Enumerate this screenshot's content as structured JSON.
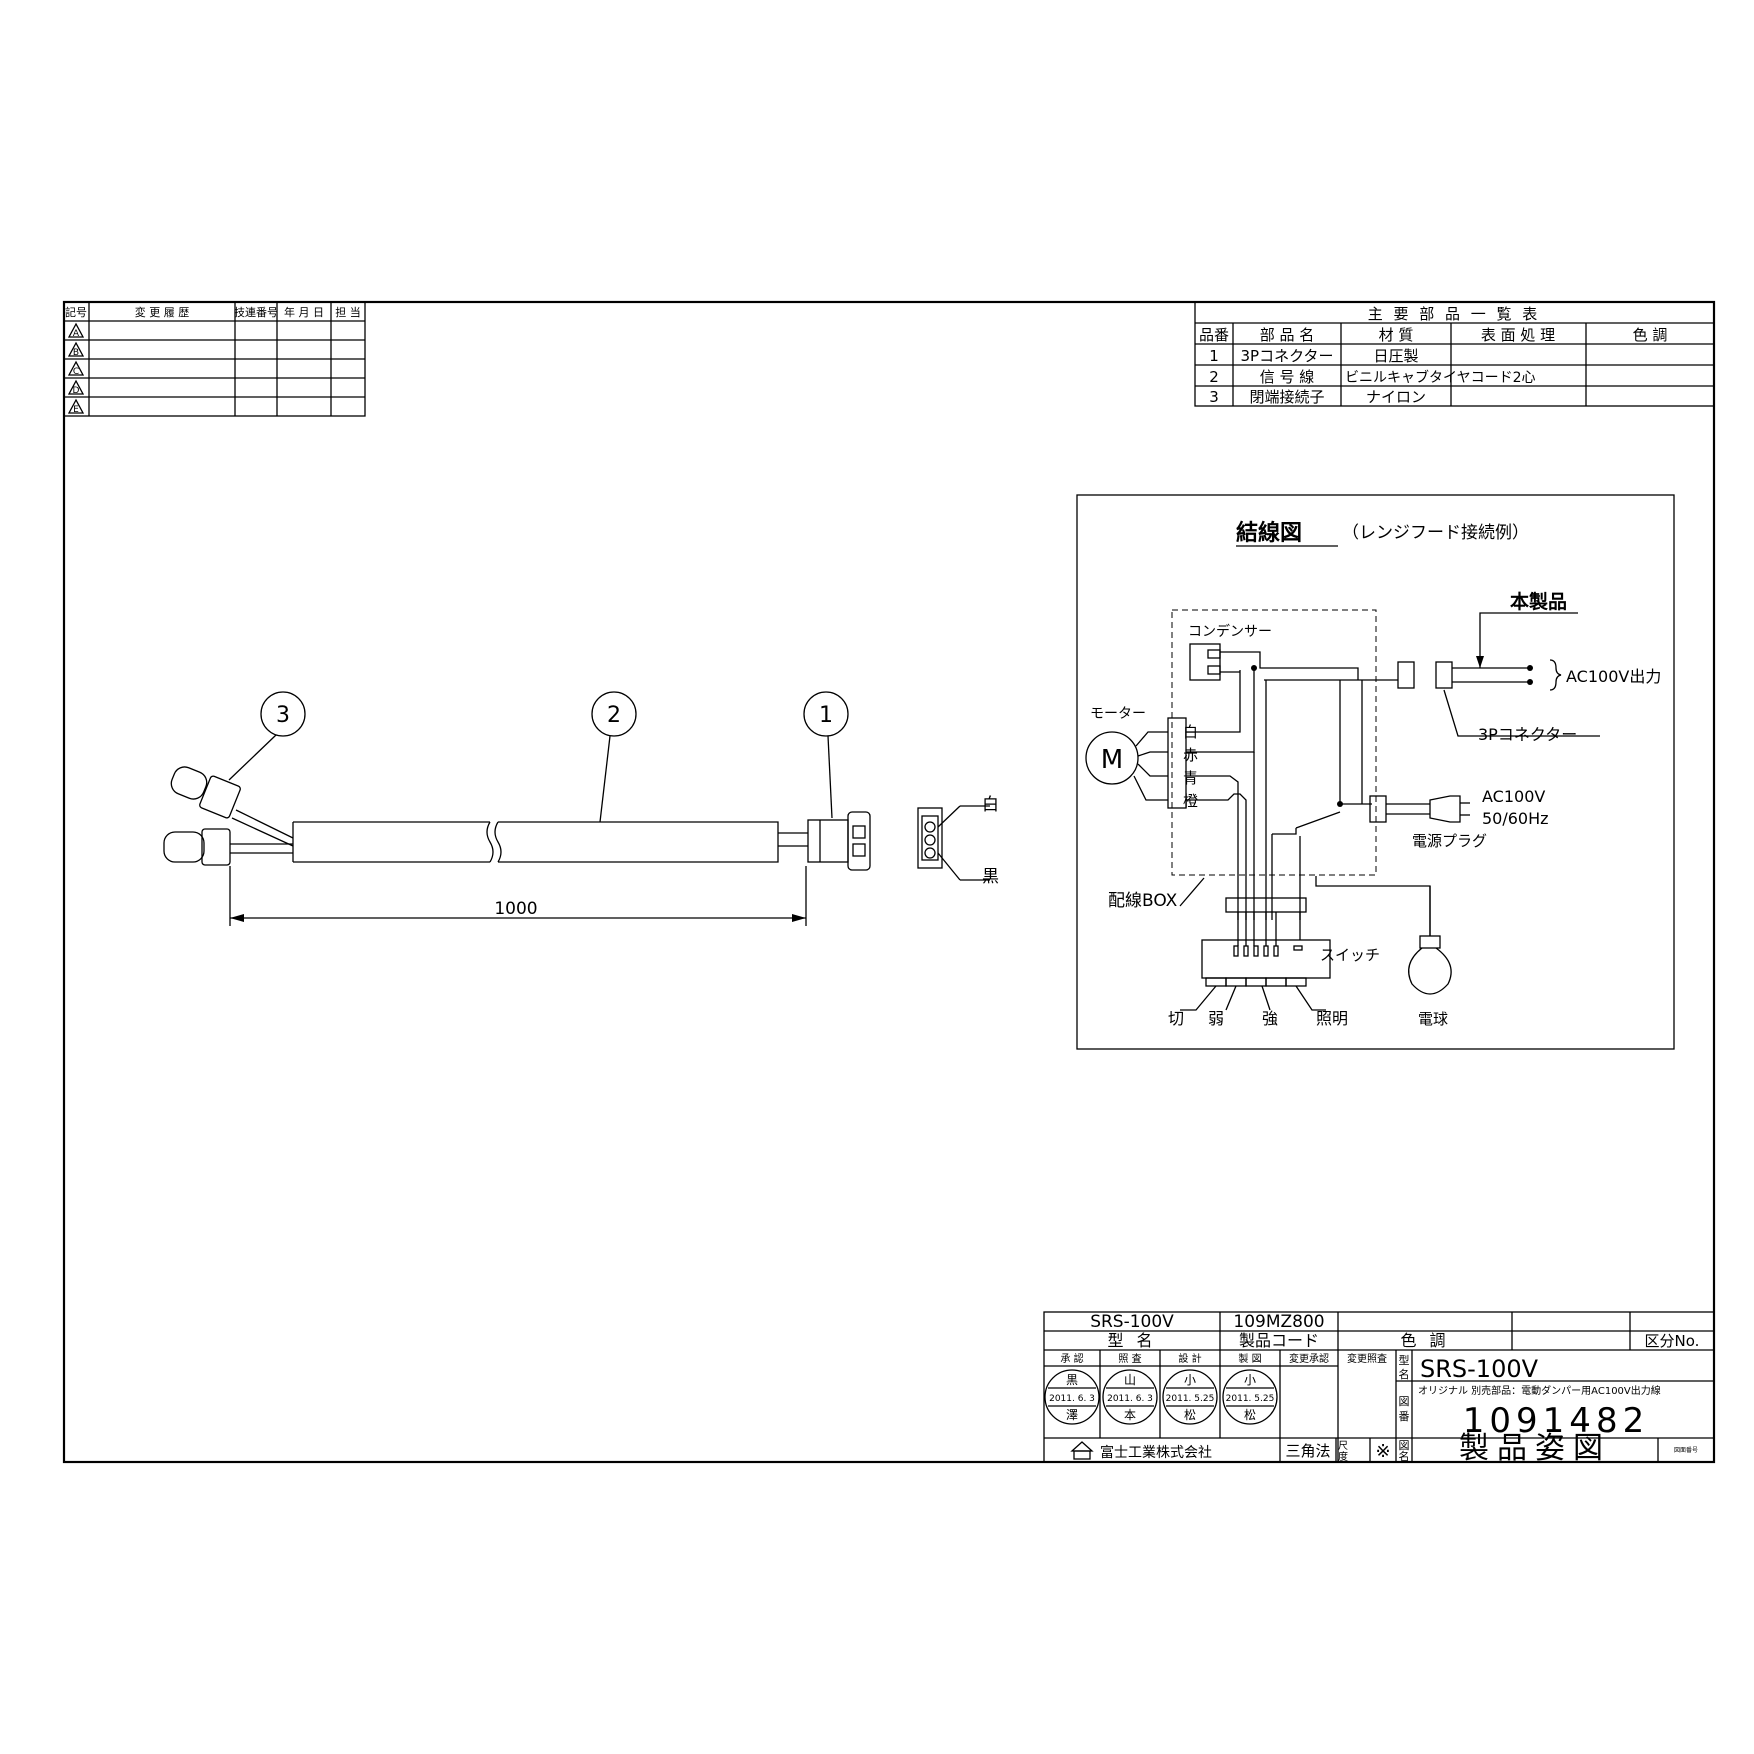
{
  "revision_table": {
    "headers": [
      "記号",
      "変 更 履 歴",
      "技連番号",
      "年 月 日",
      "担 当"
    ],
    "marks": [
      "A",
      "B",
      "C",
      "D",
      "E"
    ]
  },
  "parts_table": {
    "title": "主 要 部 品 一 覧 表",
    "headers": [
      "品番",
      "部 品 名",
      "材 質",
      "表 面 処 理",
      "色 調"
    ],
    "rows": [
      {
        "no": "1",
        "name": "3Pコネクター",
        "material": "日圧製",
        "finish": "",
        "color": ""
      },
      {
        "no": "2",
        "name": "信 号 線",
        "material": "ビニルキャブタイヤコード2心",
        "finish": "",
        "color": ""
      },
      {
        "no": "3",
        "name": "閉端接続子",
        "material": "ナイロン",
        "finish": "",
        "color": ""
      }
    ]
  },
  "product_drawing": {
    "balloons": [
      "1",
      "2",
      "3"
    ],
    "dimension": "1000",
    "wire_white": "白",
    "wire_black": "黒"
  },
  "wiring_diagram": {
    "title": "結線図",
    "subtitle": "（レンジフード接続例）",
    "product_label": "本製品",
    "capacitor": "コンデンサー",
    "motor": "モーター",
    "motor_symbol": "M",
    "wires": [
      "白",
      "赤",
      "青",
      "橙"
    ],
    "ac_output": "AC100V出力",
    "connector": "3Pコネクター",
    "ac_input": "AC100V",
    "frequency": "50/60Hz",
    "plug": "電源プラグ",
    "box": "配線BOX",
    "switch": "スイッチ",
    "bulb": "電球",
    "switch_labels": [
      "切",
      "弱",
      "強",
      "照明"
    ]
  },
  "title_block": {
    "model": "SRS-100V",
    "product_code": "109MZ800",
    "model_label": "型 名",
    "code_label": "製品コード",
    "color_label": "色 調",
    "category_label": "区分No.",
    "approval_headers": [
      "承 認",
      "照 査",
      "設 計",
      "製 図",
      "変更承認",
      "変更照査"
    ],
    "stamps": [
      {
        "top": "黒",
        "date": "2011. 6. 3",
        "bottom": "澤"
      },
      {
        "top": "山",
        "date": "2011. 6. 3",
        "bottom": "本"
      },
      {
        "top": "小",
        "date": "2011. 5.25",
        "bottom": "松"
      },
      {
        "top": "小",
        "date": "2011. 5.25",
        "bottom": "松"
      }
    ],
    "type_label_chars": [
      "型",
      "名"
    ],
    "drawing_no_label_chars": [
      "図",
      "番"
    ],
    "drawing_name_label_chars": [
      "図",
      "名"
    ],
    "scale_label_chars": [
      "尺",
      "度"
    ],
    "name_title": "SRS-100V",
    "name_subtitle": "オリジナル 別売部品：電動ダンパー用AC100V出力線",
    "drawing_number": "1091482",
    "projection": "三角法",
    "scale": "※",
    "drawing_name": "製品姿図",
    "company": "富士工業株式会社",
    "corner_label": "図面番号"
  }
}
